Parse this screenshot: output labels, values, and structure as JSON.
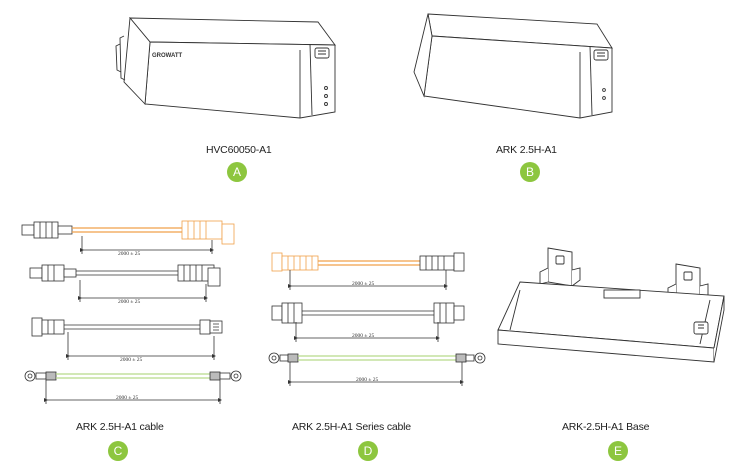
{
  "items": [
    {
      "id": "A",
      "caption": "HVC60050-A1",
      "badge": "A"
    },
    {
      "id": "B",
      "caption": "ARK 2.5H-A1",
      "badge": "B"
    },
    {
      "id": "C",
      "caption": "ARK 2.5H-A1  cable",
      "badge": "C"
    },
    {
      "id": "D",
      "caption": "ARK 2.5H-A1 Series cable",
      "badge": "D"
    },
    {
      "id": "E",
      "caption": "ARK-2.5H-A1 Base",
      "badge": "E"
    }
  ],
  "dimension_label": "2000 ± 25",
  "logo_text": "GROWATT",
  "colors": {
    "badge": "#8dc63f",
    "orange_cable": "#f0a14a",
    "green_cable": "#b8d98a",
    "line": "#333333"
  }
}
